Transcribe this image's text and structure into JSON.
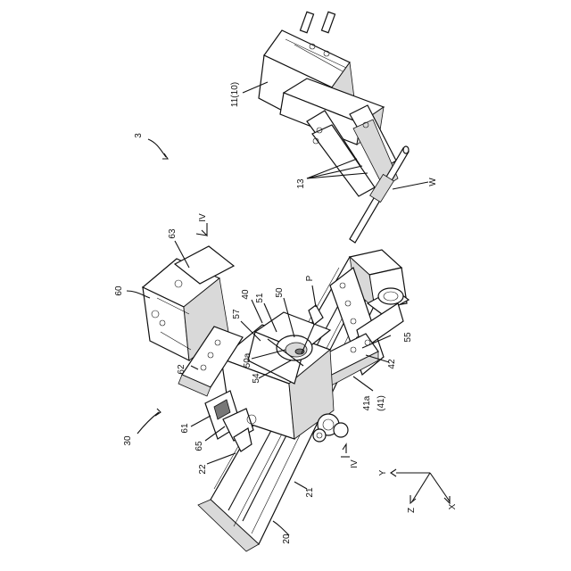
{
  "labels": {
    "l3": "3",
    "l11": "11(10)",
    "l13": "13",
    "lW": "W",
    "lIVtop": "IV",
    "lIVbot": "IV",
    "l63": "63",
    "l60": "60",
    "l40": "40",
    "l51": "51",
    "l50": "50",
    "lP": "P",
    "l57": "57",
    "l50a": "50a",
    "l55": "55",
    "l54": "54",
    "l62": "62",
    "l42": "42",
    "l41a": "41a",
    "l41": "(41)",
    "l30": "30",
    "l61": "61",
    "l65": "65",
    "l22": "22",
    "l21": "21",
    "l20": "20"
  },
  "axes": {
    "y": "Y",
    "z": "Z",
    "x": "X"
  }
}
